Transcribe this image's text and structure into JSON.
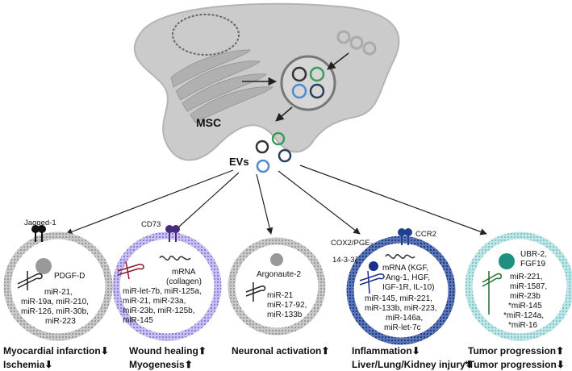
{
  "cell": {
    "label": "MSC"
  },
  "evs": {
    "label": "EVs"
  },
  "vesicles": [
    {
      "receptor": "Jagged-1",
      "protein": "PDGF-D",
      "mirnas": [
        "miR-21,",
        "miR-19a, miR-210,",
        "miR-126, miR-30b,",
        "miR-223"
      ],
      "effects": [
        "Myocardial infarction⬇",
        "Ischemia⬇"
      ],
      "color": "#9a9a9a"
    },
    {
      "receptor": "CD73",
      "mrna": [
        "mRNA",
        "(collagen)"
      ],
      "mirnas": [
        "miR-let-7b, miR-125a,",
        "miR-21, miR-23a,",
        "miR-23b, miR-125b,",
        "miR-145"
      ],
      "effects": [
        "Wound healing⬆",
        "Myogenesis⬆"
      ],
      "color": "#8a73d6"
    },
    {
      "protein": "Argonaute-2",
      "mirnas": [
        "miR-21",
        "miR-17-92,",
        "miR-133b"
      ],
      "effects": [
        "Neuronal activation⬆"
      ],
      "color": "#9a9a9a"
    },
    {
      "receptor": "CCR2",
      "side_labels": [
        "COX2/PGE₂",
        "14-3-3ζ"
      ],
      "mrna": [
        "mRNA (KGF,",
        "Ang-1, HGF,",
        "IGF-1R, IL-10)"
      ],
      "mirnas": [
        "miR-145, miR-221,",
        "miR-133b, miR-223,",
        "miR-146a,",
        "miR-let-7c"
      ],
      "effects": [
        "Inflammation⬇",
        "Liver/Lung/Kidney injury⬇"
      ],
      "color": "#1f3f8f"
    },
    {
      "protein": "UBR-2,",
      "protein2": "FGF19",
      "mirnas": [
        "miR-221,",
        "miR-1587,",
        "miR-23b",
        "*miR-145",
        "*miR-124a,",
        "*miR-16"
      ],
      "effects": [
        "Tumor progression⬆",
        "*Tumor progression⬇"
      ],
      "color": "#7fcfcf"
    }
  ]
}
